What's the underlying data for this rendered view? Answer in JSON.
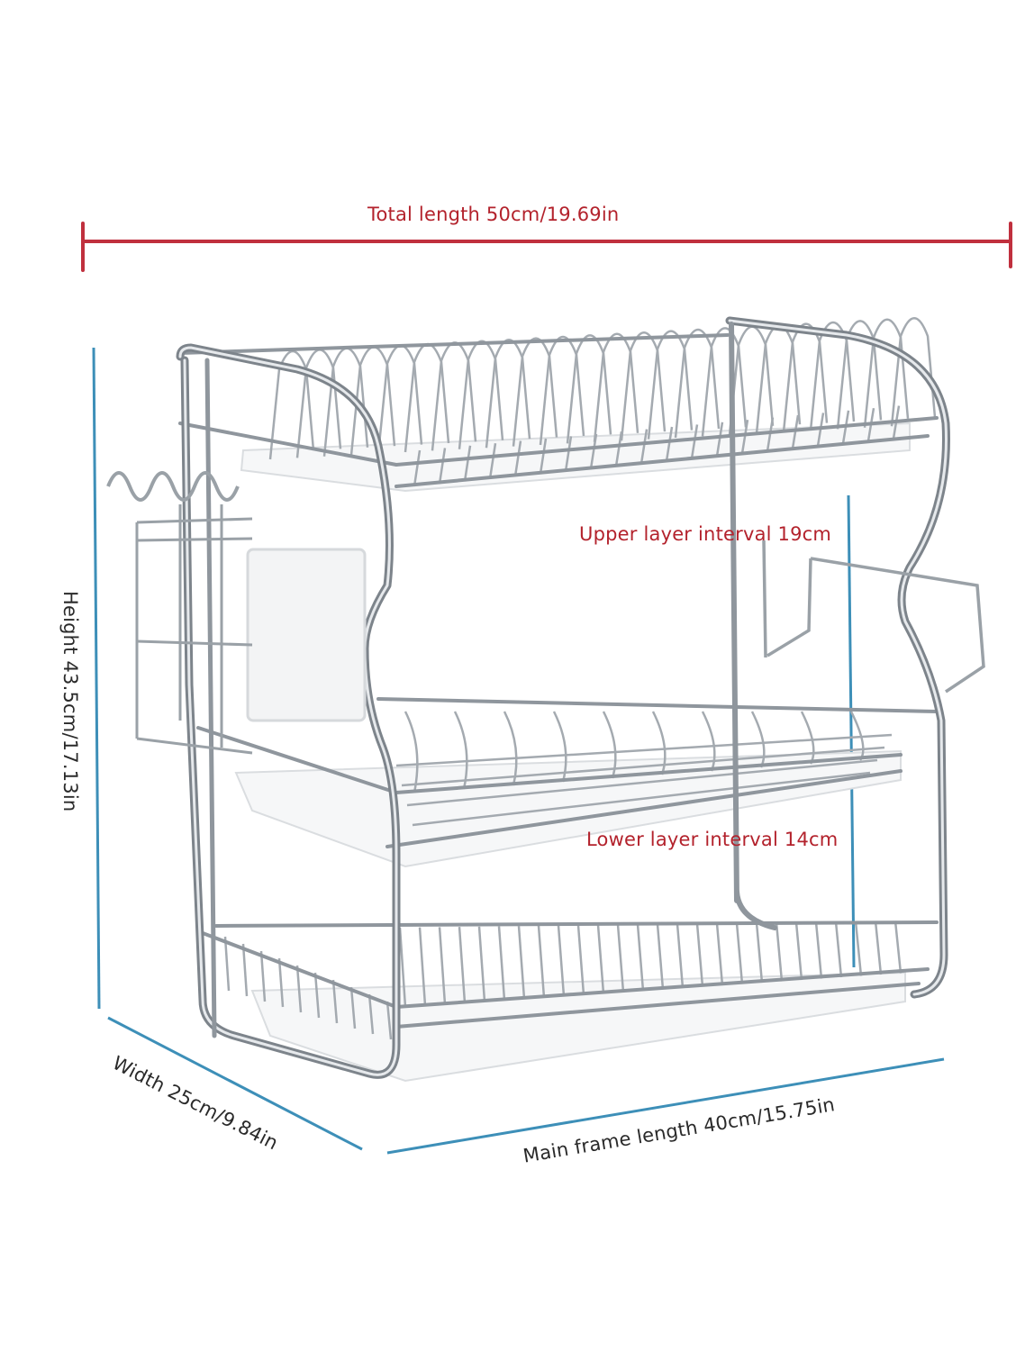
{
  "labels": {
    "total_length": "Total length 50cm/19.69in",
    "height": "Height 43.5cm/17.13in",
    "upper_interval": "Upper layer interval 19cm",
    "lower_interval": "Lower layer interval 14cm",
    "width": "Width 25cm/9.84in",
    "main_frame_length": "Main frame length 40cm/15.75in"
  },
  "colors": {
    "label_red": "#b3222c",
    "dimension_red": "#c0303e",
    "dimension_blue": "#3d8fb8",
    "chrome": "#8f969d",
    "label_dark": "#2a2a2a"
  }
}
